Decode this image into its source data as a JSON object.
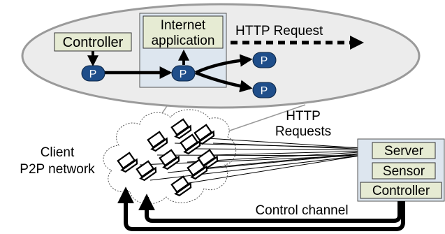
{
  "zoom": {
    "controller_label": "Controller",
    "app_label_line1": "Internet",
    "app_label_line2": "application",
    "http_request_label": "HTTP Request",
    "peer_label": "P"
  },
  "cloud": {
    "label_line1": "Client",
    "label_line2": "P2P network",
    "requests_line1": "HTTP",
    "requests_line2": "Requests"
  },
  "server_box": {
    "server_label": "Server",
    "sensor_label": "Sensor",
    "controller_label": "Controller"
  },
  "control_channel_label": "Control channel",
  "colors": {
    "label_box_fill": "#e6ebd3",
    "zoom_fill": "#ececec",
    "app_panel_fill": "#dde6ef",
    "server_panel_fill": "#dde6ef",
    "peer_fill": "#1f4e8a",
    "stroke": "#000000"
  },
  "icons": [
    "laptop-icon",
    "peer-node-icon",
    "cloud-icon"
  ]
}
